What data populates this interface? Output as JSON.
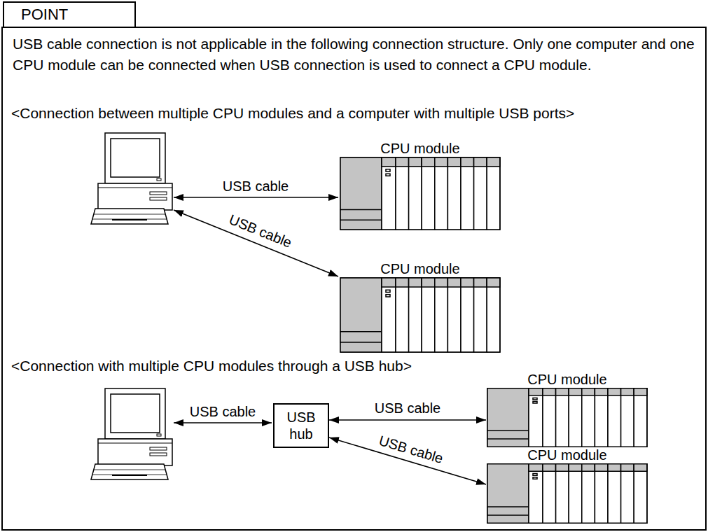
{
  "diagram": {
    "nodes": [
      {
        "text": [
          "POINT"
        ]
      },
      {
        "text": [
          "USB cable connection is not applicable in the following connection structure. Only one computer and one CPU module can be connected when USB connection is used to connect a CPU module."
        ]
      },
      {
        "text": [
          "CPU module"
        ],
        "in": 1
      },
      {
        "text": [
          "CPU module"
        ],
        "in": 1
      },
      {
        "text": [
          "USB hub"
        ],
        "in": 1
      },
      {
        "text": [
          "CPU module"
        ],
        "in": 1
      },
      {
        "text": [
          "CPU module"
        ],
        "in": 1
      }
    ],
    "edges": [
      {
        "from": 4,
        "to": 5,
        "arrow": "both",
        "label": "USB cable"
      },
      {
        "from": 4,
        "to": 6,
        "arrow": "both",
        "label": "USB cable"
      }
    ],
    "labels": [
      "<Connection between multiple CPU modules and a computer with multiple USB ports>",
      "USB cable",
      "USB cable",
      "<Connection with multiple CPU modules through a USB hub>",
      "USB cable"
    ]
  }
}
